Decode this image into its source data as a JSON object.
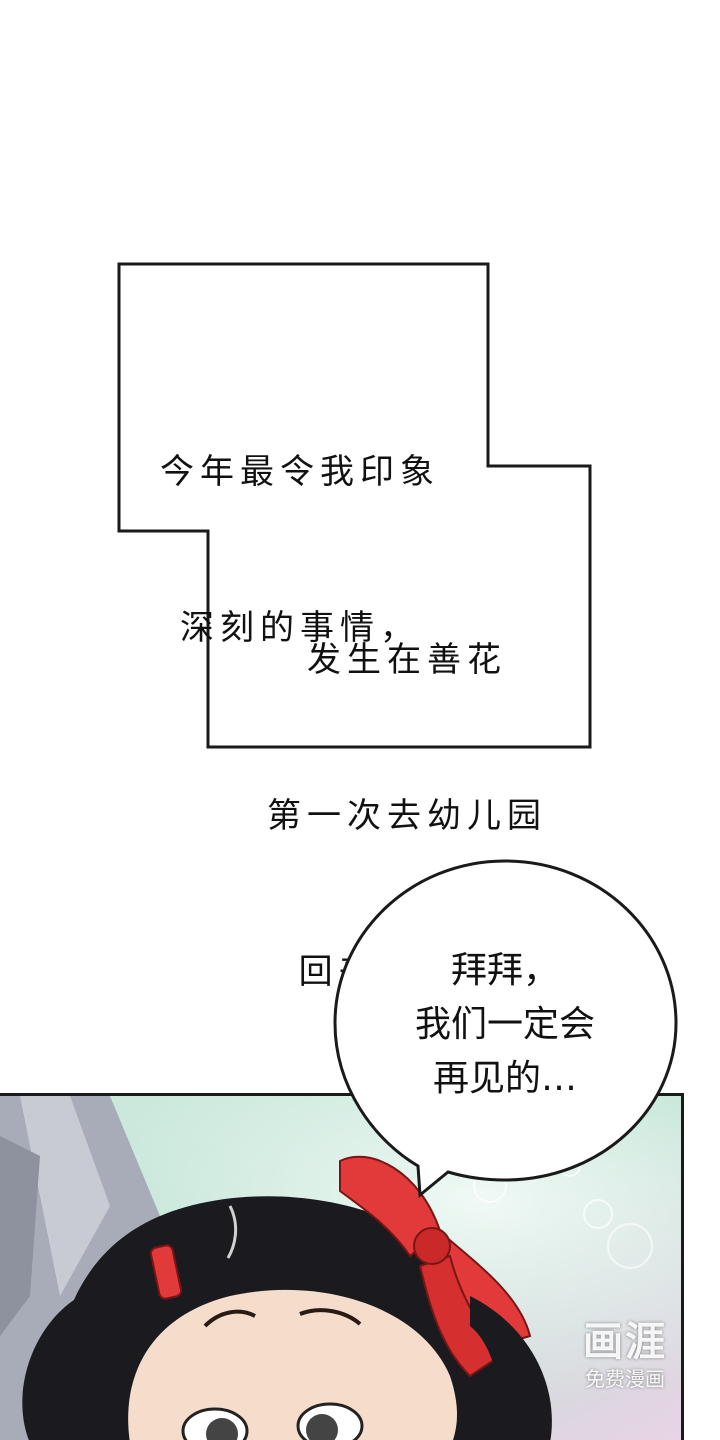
{
  "narration": {
    "box1": [
      "今年最令我印象",
      "深刻的事情，"
    ],
    "box2": [
      "发生在善花",
      "第一次去幼儿园",
      "回来的那天."
    ]
  },
  "speech_bubble": {
    "lines": [
      "拜拜，",
      "我们一定会",
      "再见的…"
    ]
  },
  "watermark": {
    "logo": "画涯",
    "subtitle": "免费漫画"
  },
  "colors": {
    "ink": "#111111",
    "bow": "#e23a3a",
    "hair": "#1b1b1f",
    "skin": "#f6dccb",
    "background_glow": "#bfe6d6"
  }
}
